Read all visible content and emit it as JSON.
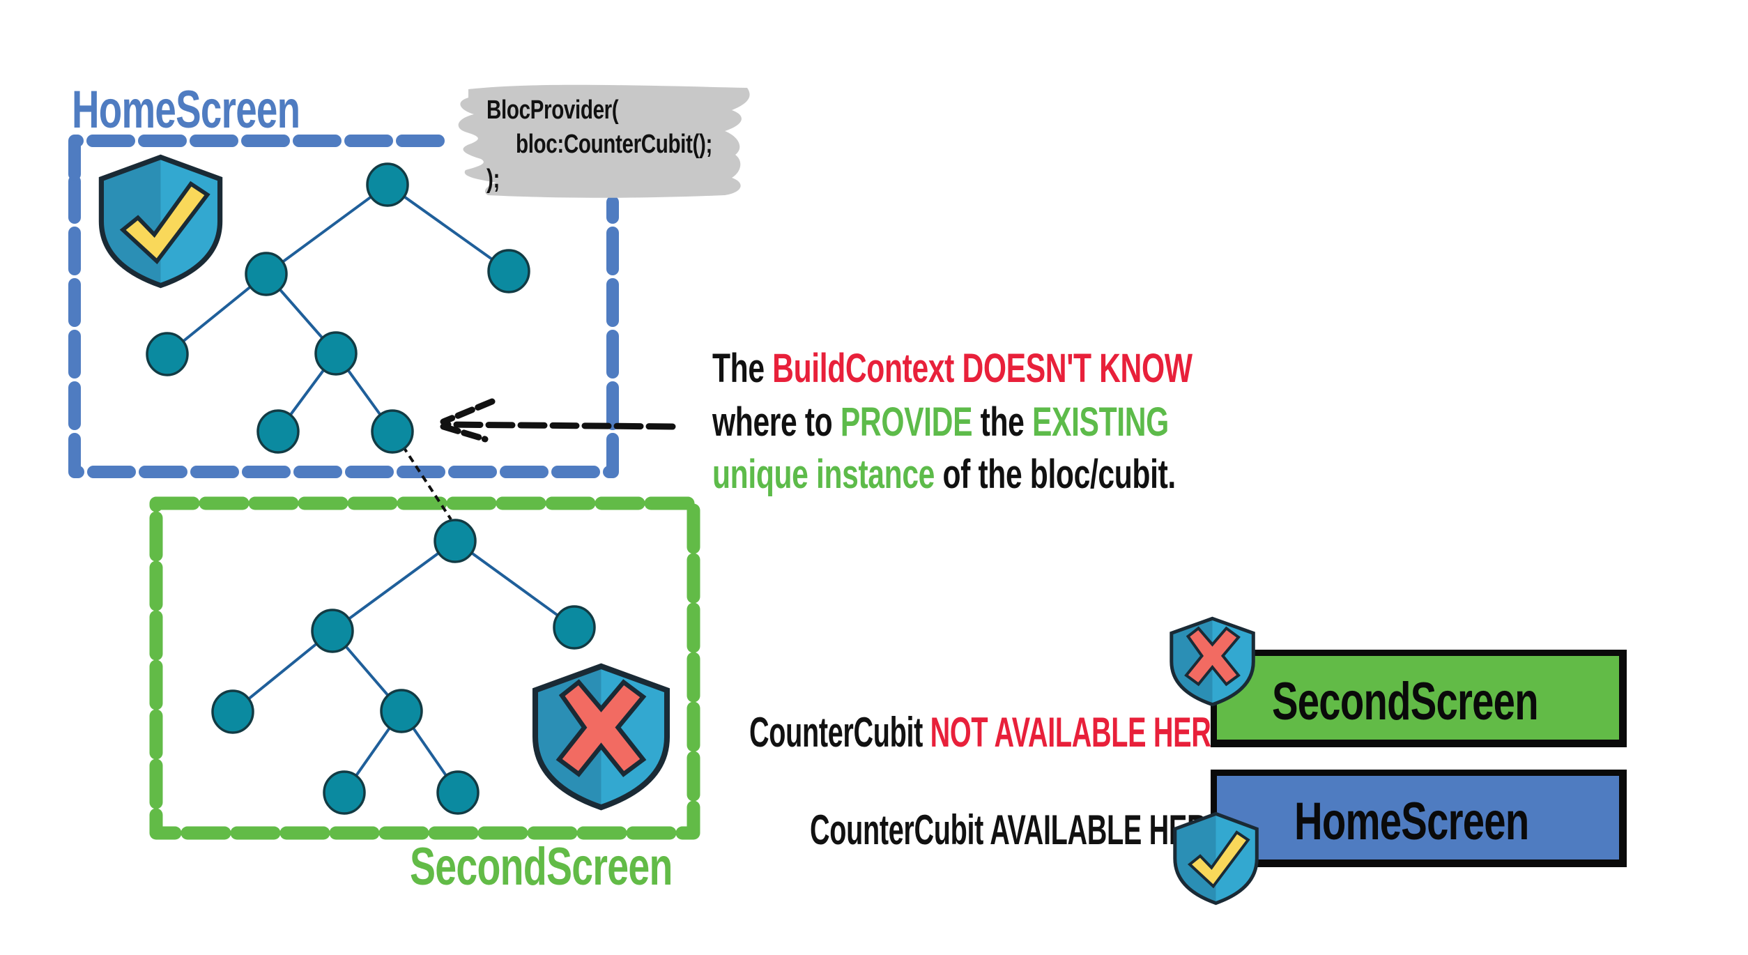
{
  "diagram": {
    "title": "BuildContext scope of BlocProvider across screens",
    "colors": {
      "home_blue": "#4f7cc1",
      "second_green": "#62bb47",
      "text_red": "#e8203a",
      "text_green": "#5dbb4a",
      "node_teal": "#0b8aa0",
      "shield_blue_dark": "#2b8fb5",
      "shield_blue_light": "#33a8d0",
      "check_yellow": "#f9d85a",
      "cross_red": "#f26b62",
      "code_bg_gray": "#c8c8c8"
    },
    "home_screen": {
      "label": "HomeScreen",
      "shield_icon": "shield-check-icon",
      "code_snippet": {
        "lines": [
          "BlocProvider(",
          "bloc:CounterCubit();",
          ");"
        ]
      },
      "tree": {
        "nodes": [
          "root",
          "child-left",
          "child-right",
          "grandchild-left",
          "grandchild-mid",
          "leaf-left",
          "leaf-right"
        ],
        "edges": [
          [
            "root",
            "child-left"
          ],
          [
            "root",
            "child-right"
          ],
          [
            "child-left",
            "grandchild-left"
          ],
          [
            "child-left",
            "grandchild-mid"
          ],
          [
            "grandchild-mid",
            "leaf-left"
          ],
          [
            "grandchild-mid",
            "leaf-right"
          ]
        ]
      }
    },
    "second_screen": {
      "label": "SecondScreen",
      "shield_icon": "shield-cross-icon",
      "tree": {
        "nodes": [
          "root",
          "child-left",
          "child-right",
          "grandchild-left",
          "grandchild-mid",
          "leaf-left",
          "leaf-right"
        ],
        "edges": [
          [
            "root",
            "child-left"
          ],
          [
            "root",
            "child-right"
          ],
          [
            "child-left",
            "grandchild-left"
          ],
          [
            "child-left",
            "grandchild-mid"
          ],
          [
            "grandchild-mid",
            "leaf-left"
          ],
          [
            "grandchild-mid",
            "leaf-right"
          ]
        ]
      },
      "connected_from": "home_screen.leaf-right"
    },
    "explanation": {
      "line1": [
        {
          "text": "The ",
          "color": "black"
        },
        {
          "text": "BuildContext DOESN'T KNOW",
          "color": "red"
        }
      ],
      "line2": [
        {
          "text": "where to ",
          "color": "black"
        },
        {
          "text": "PROVIDE",
          "color": "green"
        },
        {
          "text": " the ",
          "color": "black"
        },
        {
          "text": "EXISTING",
          "color": "green"
        }
      ],
      "line3": [
        {
          "text": "unique instance",
          "color": "green"
        },
        {
          "text": " of the bloc/cubit.",
          "color": "black"
        }
      ],
      "arrow_icon": "dashed-arrow-left-icon"
    },
    "legend": {
      "second": {
        "prefix": "CounterCubit ",
        "status": "NOT AVAILABLE HERE",
        "bar_label": "SecondScreen",
        "icon": "shield-cross-icon"
      },
      "home": {
        "prefix": "CounterCubit ",
        "status": "AVAILABLE HERE",
        "bar_label": "HomeScreen",
        "icon": "shield-check-icon"
      }
    }
  }
}
